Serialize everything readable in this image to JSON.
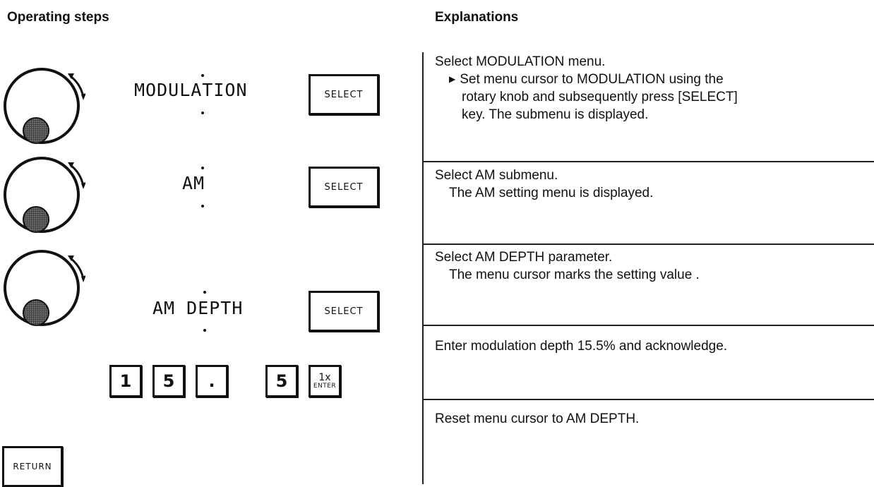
{
  "header": {
    "left": "Operating steps",
    "right": "Explanations"
  },
  "steps": [
    {
      "menu_text": "MODULATION",
      "key_label": "SELECT",
      "title": "Select MODULATION menu.",
      "detail": "Set menu cursor to MODULATION using the",
      "detail2": "rotary knob and subsequently press [SELECT]",
      "detail3": "key.  The submenu is displayed."
    },
    {
      "menu_text": "AM",
      "key_label": "SELECT",
      "title": "Select AM submenu.",
      "detail": "The AM setting menu is displayed."
    },
    {
      "menu_text": "AM DEPTH",
      "key_label": "SELECT",
      "title": "Select  AM DEPTH parameter.",
      "detail": "The menu cursor marks the setting value ."
    },
    {
      "keys": [
        "1",
        "5",
        ".",
        "5"
      ],
      "enter_top": "1x",
      "enter_bottom": "ENTER",
      "title": "Enter modulation depth 15.5%  and acknowledge."
    },
    {
      "key_label": "RETURN",
      "title": "Reset menu cursor to  AM DEPTH."
    }
  ],
  "icons": {
    "knob": "rotary-knob-icon",
    "arrow": "right-triangle-bullet-icon"
  }
}
